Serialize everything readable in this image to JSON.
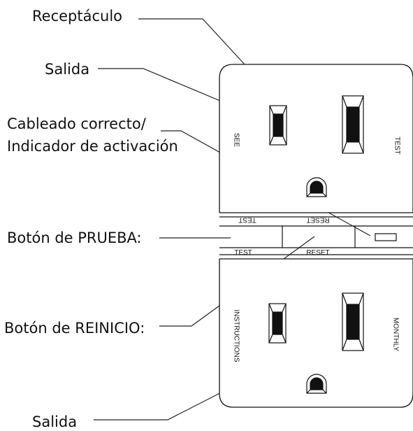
{
  "callouts": {
    "receptacle": "Receptáculo",
    "outlet_top": "Salida",
    "indicator_line1": "Cableado correcto/",
    "indicator_line2": "Indicador de activación",
    "test_button": "Botón de PRUEBA:",
    "reset_button": "Botón de REINICIO:",
    "outlet_bottom": "Salida"
  },
  "device_text": {
    "see": "SEE",
    "test_top": "TEST",
    "band_test_upside": "TEST",
    "band_reset_upside": "RESET",
    "band_test": "TEST",
    "band_reset": "RESET",
    "instructions": "INSTRUCTIONS",
    "monthly": "MONTHLY"
  }
}
